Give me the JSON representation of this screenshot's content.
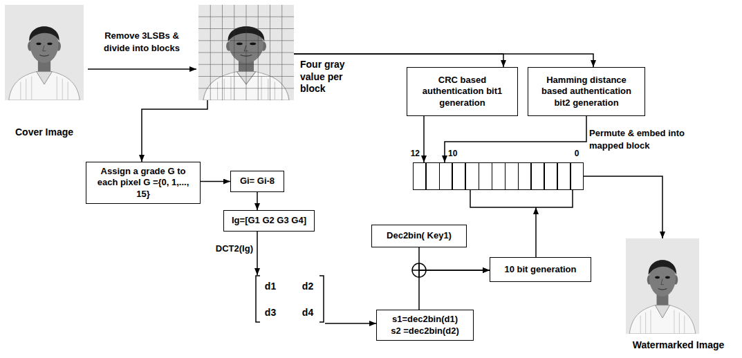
{
  "diagram": {
    "nodes": [
      {
        "text": [
          "Cover Image"
        ]
      },
      {
        "text": [
          "Four gray value per block"
        ]
      },
      {
        "text": [
          "CRC based authentication bit1 generation"
        ]
      },
      {
        "text": [
          "Hamming distance based authentication bit2 generation"
        ]
      },
      {
        "text": [
          "Assign a grade G to each pixel G ={0, 1,..., 15}"
        ]
      },
      {
        "text": [
          "Gi= Gi-8"
        ]
      },
      {
        "text": [
          "Ig=[G1 G2 G3 G4]"
        ]
      },
      {
        "text": [
          "d1",
          "d2",
          "d3",
          "d4"
        ]
      },
      {
        "text": [
          "s1=dec2bin(d1)",
          "s2 =dec2bin(d2)"
        ]
      },
      {
        "text": [
          "Dec2bin( Key1)"
        ]
      },
      {
        "text": [
          "10 bit generation"
        ]
      },
      {
        "text": [
          "12",
          "10",
          "0"
        ]
      },
      {
        "text": [
          "Watermarked Image"
        ]
      }
    ],
    "edges": [
      {
        "from": 0,
        "to": 1,
        "arrow": "to",
        "label": "Remove 3LSBs & divide into blocks"
      },
      {
        "from": 1,
        "to": 2,
        "arrow": "to"
      },
      {
        "from": 1,
        "to": 3,
        "arrow": "to"
      },
      {
        "from": 1,
        "to": 4,
        "arrow": "to"
      },
      {
        "from": 4,
        "to": 5,
        "arrow": "to"
      },
      {
        "from": 5,
        "to": 6,
        "arrow": "to"
      },
      {
        "from": 6,
        "to": 7,
        "arrow": "to",
        "label": "DCT2(Ig)"
      },
      {
        "from": 7,
        "to": 8,
        "arrow": "to"
      },
      {
        "from": 8,
        "to": 10,
        "arrow": "to"
      },
      {
        "from": 9,
        "to": 10,
        "arrow": "to"
      },
      {
        "from": 10,
        "to": 11,
        "arrow": "to"
      },
      {
        "from": 2,
        "to": 11,
        "arrow": "to"
      },
      {
        "from": 3,
        "to": 11,
        "arrow": "to"
      },
      {
        "from": 11,
        "to": 12,
        "arrow": "to",
        "label": "Permute & embed into mapped block"
      }
    ]
  }
}
